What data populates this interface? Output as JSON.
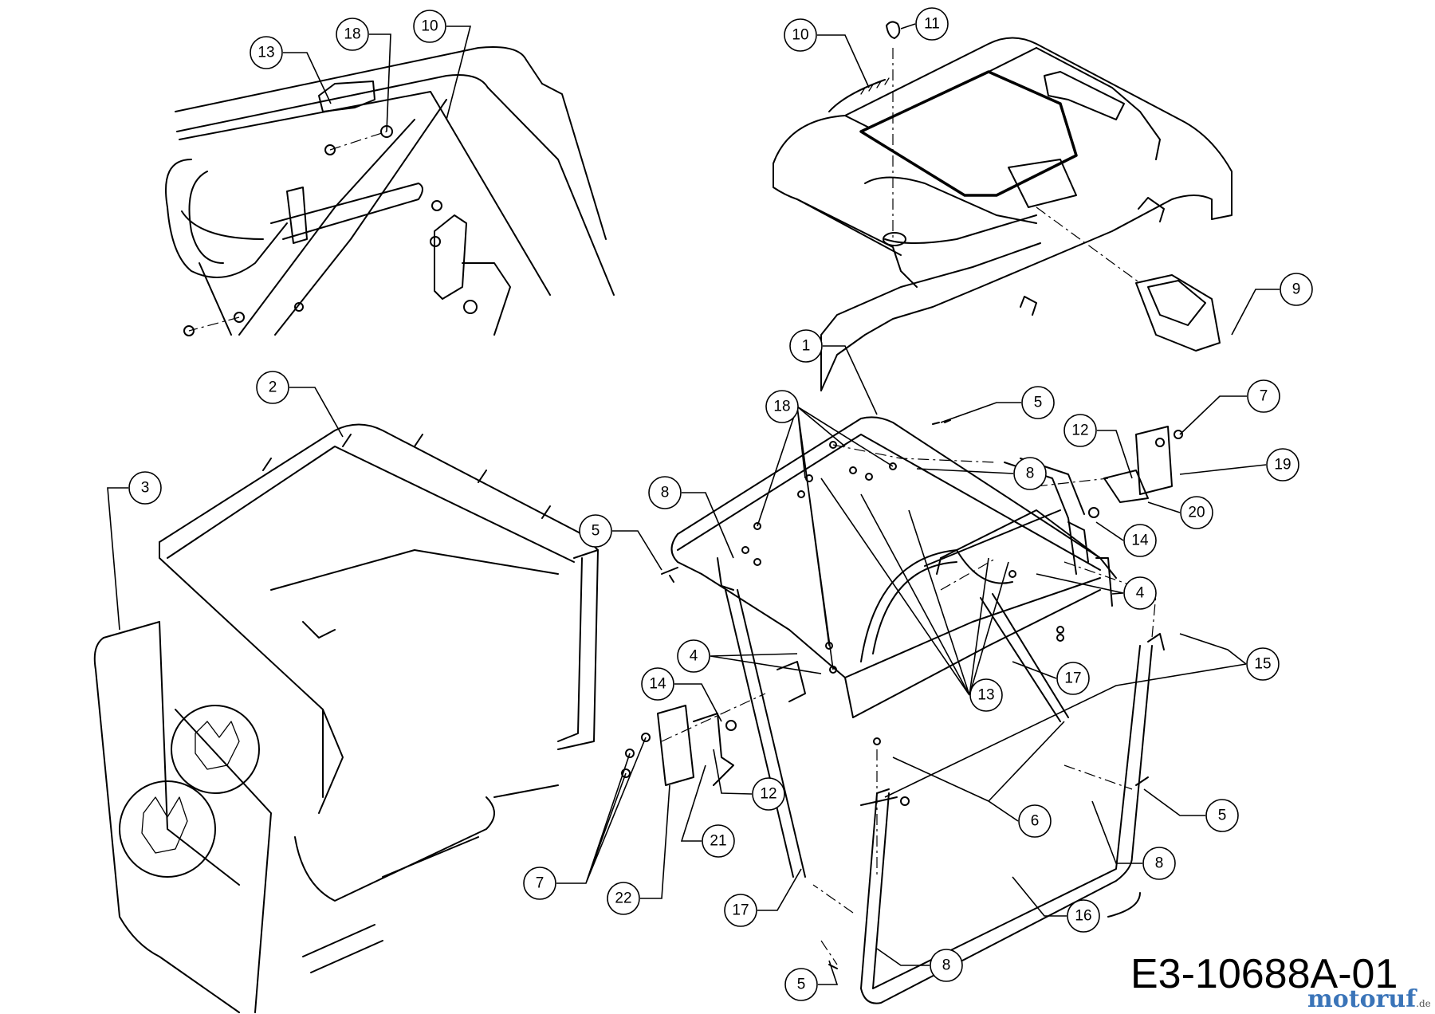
{
  "diagram": {
    "drawing_code": "E3-10688A-01",
    "watermark": "motoruf",
    "watermark_suffix": ".de",
    "callouts": [
      {
        "label": "13"
      },
      {
        "label": "18"
      },
      {
        "label": "10"
      },
      {
        "label": "10"
      },
      {
        "label": "11"
      },
      {
        "label": "9"
      },
      {
        "label": "1"
      },
      {
        "label": "2"
      },
      {
        "label": "3"
      },
      {
        "label": "18"
      },
      {
        "label": "5"
      },
      {
        "label": "8"
      },
      {
        "label": "5"
      },
      {
        "label": "8"
      },
      {
        "label": "12"
      },
      {
        "label": "7"
      },
      {
        "label": "19"
      },
      {
        "label": "20"
      },
      {
        "label": "14"
      },
      {
        "label": "4"
      },
      {
        "label": "4"
      },
      {
        "label": "13"
      },
      {
        "label": "17"
      },
      {
        "label": "15"
      },
      {
        "label": "14"
      },
      {
        "label": "12"
      },
      {
        "label": "21"
      },
      {
        "label": "7"
      },
      {
        "label": "22"
      },
      {
        "label": "17"
      },
      {
        "label": "6"
      },
      {
        "label": "5"
      },
      {
        "label": "8"
      },
      {
        "label": "16"
      },
      {
        "label": "8"
      },
      {
        "label": "5"
      }
    ]
  }
}
